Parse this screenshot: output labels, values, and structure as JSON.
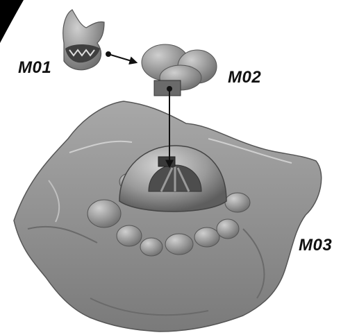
{
  "parts": [
    {
      "id": "m01",
      "label": "M01",
      "description_icon": "creature-head-piece"
    },
    {
      "id": "m02",
      "label": "M02",
      "description_icon": "rock-cluster-piece"
    },
    {
      "id": "m03",
      "label": "M03",
      "description_icon": "crater-base-terrain"
    }
  ],
  "colors": {
    "model_fill": "#8f8f8f",
    "model_light": "#bdbdbd",
    "model_dark": "#555555",
    "arrow": "#111111",
    "badge": "#000000"
  }
}
